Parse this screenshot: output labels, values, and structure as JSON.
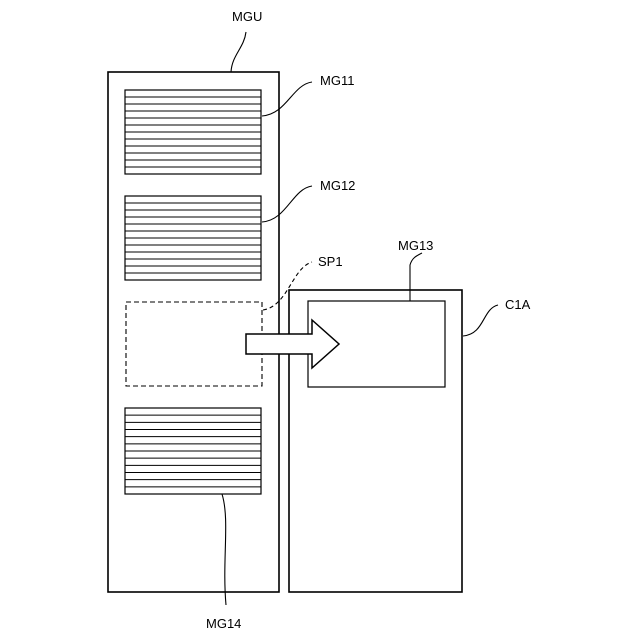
{
  "labels": {
    "unit": "MGU",
    "module_1": "MG11",
    "module_2": "MG12",
    "space": "SP1",
    "moved_module": "MG13",
    "destination": "C1A",
    "module_4": "MG14"
  },
  "colors": {
    "line": "#000000",
    "background": "#ffffff"
  }
}
